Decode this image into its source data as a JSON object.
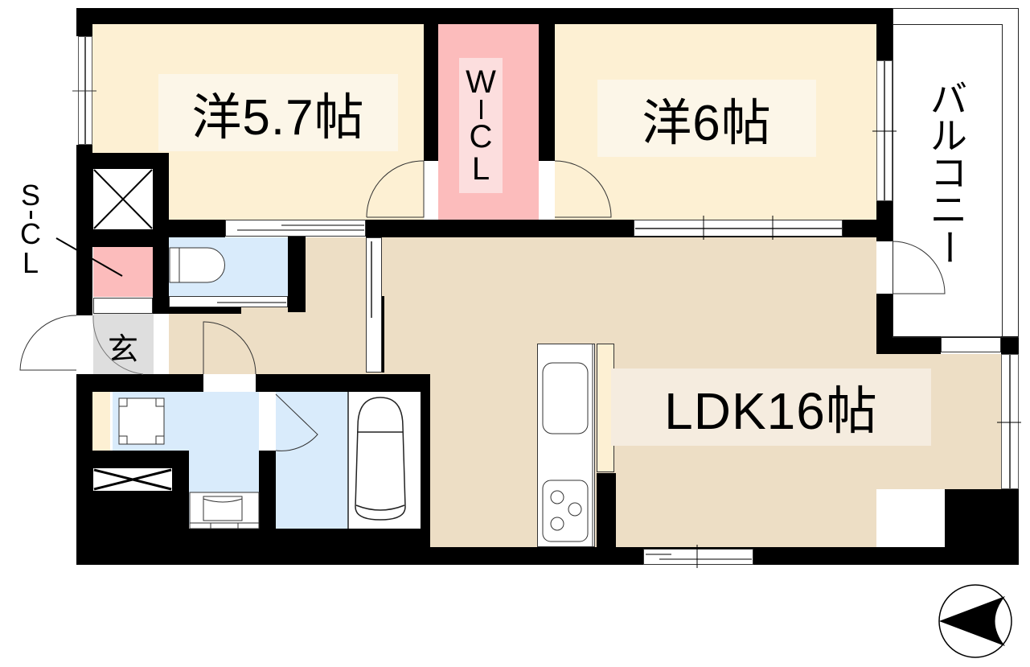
{
  "floorplan": {
    "rooms": [
      {
        "id": "western-room-1",
        "label": "洋5.7帖",
        "type": "Western-style room",
        "size_jo": 5.7
      },
      {
        "id": "walk-in-closet",
        "label": "W-C-L",
        "letters": [
          "W",
          "C",
          "L"
        ],
        "type": "Walk-in closet"
      },
      {
        "id": "western-room-2",
        "label": "洋6帖",
        "type": "Western-style room",
        "size_jo": 6
      },
      {
        "id": "balcony",
        "label": "バルコニー",
        "letters": [
          "バ",
          "ル",
          "コ",
          "ニ",
          "ー"
        ],
        "type": "Balcony"
      },
      {
        "id": "ldk",
        "label": "LDK16帖",
        "type": "Living/Dining/Kitchen",
        "size_jo": 16
      },
      {
        "id": "entrance",
        "label": "玄",
        "type": "Entrance (genkan)"
      },
      {
        "id": "shoe-closet",
        "label": "S-C-L",
        "letters": [
          "S",
          "C",
          "L"
        ],
        "type": "Shoe closet"
      },
      {
        "id": "toilet",
        "label": "",
        "type": "Toilet"
      },
      {
        "id": "washroom",
        "label": "",
        "type": "Washroom"
      },
      {
        "id": "bathroom",
        "label": "",
        "type": "Bathroom"
      }
    ],
    "fixtures": [
      "kitchen-sink",
      "kitchen-stove",
      "bathtub",
      "toilet-bowl",
      "washing-machine-pan",
      "wash-basin",
      "pipe-space"
    ],
    "compass": {
      "direction": "west",
      "icon": "north-arrow-icon"
    },
    "colors": {
      "wall": "#000000",
      "western_room": "#fdf0d3",
      "ldk": "#eddec5",
      "wet_area": "#d9ebfb",
      "closet": "#fcbcbc",
      "entrance": "#dedede",
      "label_bg": "#fcf6e8"
    }
  }
}
